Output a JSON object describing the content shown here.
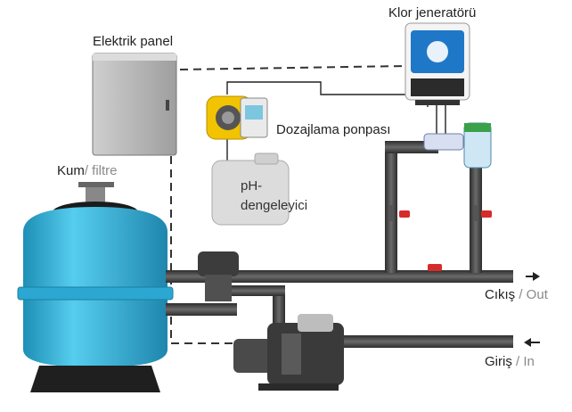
{
  "labels": {
    "chlorine_generator": "Klor jeneratörü",
    "electric_panel": "Elektrik panel",
    "dosing_pump": "Dozajlama ponpası",
    "ph_balancer_line1": "pH-",
    "ph_balancer_line2": "dengeleyici",
    "sand_filter_main": "Kum",
    "sand_filter_sub": "/ filtre",
    "outlet_main": "Cıkış",
    "outlet_sub": "/ Out",
    "inlet_main": "Giriş",
    "inlet_sub": "/ In"
  },
  "colors": {
    "pipe": "#4a4a4a",
    "tank": "#3fb8dc",
    "valve": "#d62b2b",
    "pump_yellow": "#f2c300",
    "panel": "#b9b9b9"
  }
}
